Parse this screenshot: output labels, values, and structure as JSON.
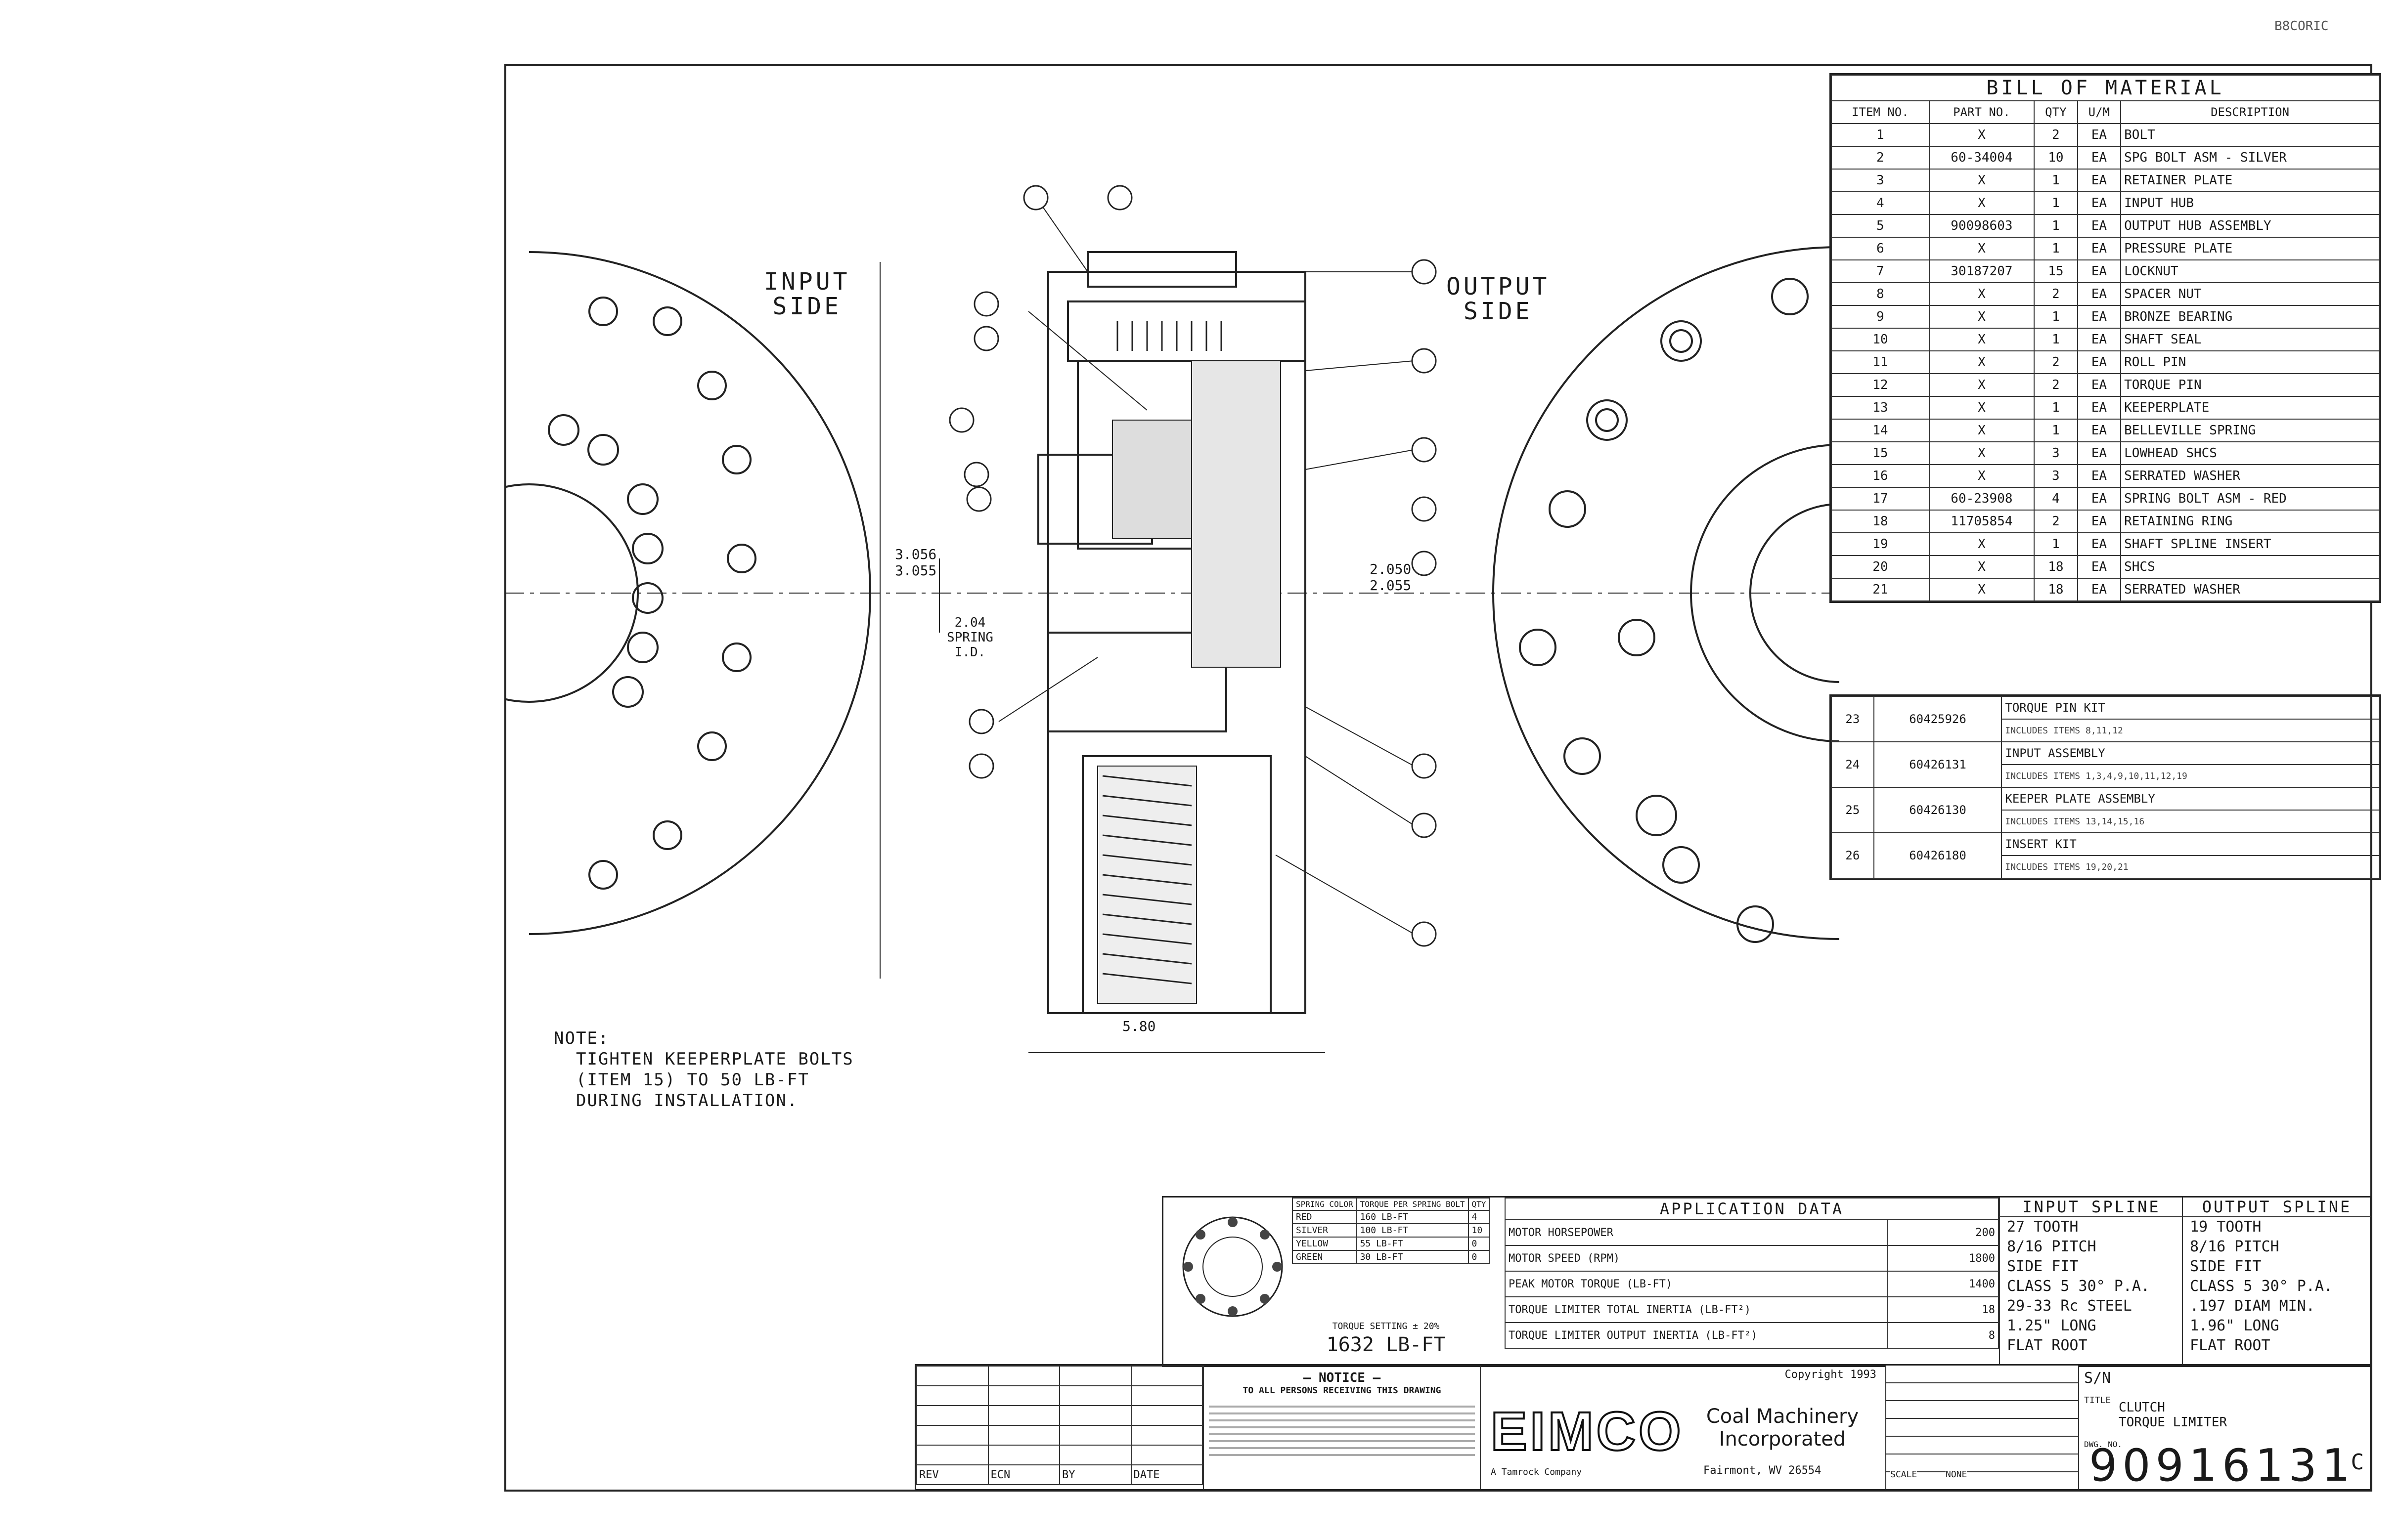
{
  "stamp": "B8CORIC",
  "labels": {
    "input_side": "INPUT\nSIDE",
    "output_side": "OUTPUT\nSIDE"
  },
  "dims": {
    "d_3056": "3.056\n3.055",
    "d_spring": "2.04\nSPRING\nI.D.",
    "d_2050": "2.050\n2.055",
    "d_width": "5.80"
  },
  "note": {
    "title": "NOTE:",
    "text": "  TIGHTEN KEEPERPLATE BOLTS\n  (ITEM 15) TO 50 LB-FT\n  DURING INSTALLATION."
  },
  "bom": {
    "title": "BILL OF MATERIAL",
    "headers": [
      "ITEM NO.",
      "PART NO.",
      "QTY",
      "U/M",
      "DESCRIPTION"
    ],
    "rows": [
      [
        "1",
        "X",
        "2",
        "EA",
        "BOLT"
      ],
      [
        "2",
        "60-34004",
        "10",
        "EA",
        "SPG BOLT ASM - SILVER"
      ],
      [
        "3",
        "X",
        "1",
        "EA",
        "RETAINER PLATE"
      ],
      [
        "4",
        "X",
        "1",
        "EA",
        "INPUT HUB"
      ],
      [
        "5",
        "90098603",
        "1",
        "EA",
        "OUTPUT HUB ASSEMBLY"
      ],
      [
        "6",
        "X",
        "1",
        "EA",
        "PRESSURE PLATE"
      ],
      [
        "7",
        "30187207",
        "15",
        "EA",
        "LOCKNUT"
      ],
      [
        "8",
        "X",
        "2",
        "EA",
        "SPACER NUT"
      ],
      [
        "9",
        "X",
        "1",
        "EA",
        "BRONZE BEARING"
      ],
      [
        "10",
        "X",
        "1",
        "EA",
        "SHAFT SEAL"
      ],
      [
        "11",
        "X",
        "2",
        "EA",
        "ROLL PIN"
      ],
      [
        "12",
        "X",
        "2",
        "EA",
        "TORQUE PIN"
      ],
      [
        "13",
        "X",
        "1",
        "EA",
        "KEEPERPLATE"
      ],
      [
        "14",
        "X",
        "1",
        "EA",
        "BELLEVILLE SPRING"
      ],
      [
        "15",
        "X",
        "3",
        "EA",
        "LOWHEAD SHCS"
      ],
      [
        "16",
        "X",
        "3",
        "EA",
        "SERRATED WASHER"
      ],
      [
        "17",
        "60-23908",
        "4",
        "EA",
        "SPRING BOLT ASM - RED"
      ],
      [
        "18",
        "11705854",
        "2",
        "EA",
        "RETAINING RING"
      ],
      [
        "19",
        "X",
        "1",
        "EA",
        "SHAFT SPLINE INSERT"
      ],
      [
        "20",
        "X",
        "18",
        "EA",
        "SHCS"
      ],
      [
        "21",
        "X",
        "18",
        "EA",
        "SERRATED WASHER"
      ]
    ],
    "kits": [
      [
        "23",
        "60425926",
        "TORQUE PIN KIT",
        "INCLUDES ITEMS 8,11,12"
      ],
      [
        "24",
        "60426131",
        "INPUT ASSEMBLY",
        "INCLUDES ITEMS 1,3,4,9,10,11,12,19"
      ],
      [
        "25",
        "60426130",
        "KEEPER PLATE ASSEMBLY",
        "INCLUDES ITEMS 13,14,15,16"
      ],
      [
        "26",
        "60426180",
        "INSERT KIT",
        "INCLUDES ITEMS 19,20,21"
      ]
    ]
  },
  "spring_table": {
    "headers": [
      "SPRING COLOR",
      "TORQUE PER SPRING BOLT",
      "QTY"
    ],
    "rows": [
      [
        "RED",
        "160 LB-FT",
        "4"
      ],
      [
        "SILVER",
        "100 LB-FT",
        "10"
      ],
      [
        "YELLOW",
        "55 LB-FT",
        "0"
      ],
      [
        "GREEN",
        "30 LB-FT",
        "0"
      ]
    ],
    "setting_label": "TORQUE SETTING ± 20%",
    "setting": "1632 LB-FT"
  },
  "application": {
    "title": "APPLICATION DATA",
    "rows": [
      [
        "MOTOR HORSEPOWER",
        "200"
      ],
      [
        "MOTOR SPEED (RPM)",
        "1800"
      ],
      [
        "PEAK MOTOR TORQUE (LB-FT)",
        "1400"
      ],
      [
        "TORQUE LIMITER TOTAL INERTIA (LB-FT²)",
        "18"
      ],
      [
        "TORQUE LIMITER OUTPUT INERTIA (LB-FT²)",
        "8"
      ]
    ]
  },
  "input_spline": {
    "title": "INPUT SPLINE",
    "text": "27 TOOTH\n8/16 PITCH\nSIDE FIT\nCLASS 5 30° P.A.\n29-33 Rc STEEL\n1.25\" LONG\nFLAT ROOT"
  },
  "output_spline": {
    "title": "OUTPUT SPLINE",
    "text": "19 TOOTH\n8/16 PITCH\nSIDE FIT\nCLASS 5 30° P.A.\n.197 DIAM MIN.\n1.96\" LONG\nFLAT ROOT"
  },
  "title_block": {
    "notice_title": "— NOTICE —",
    "notice_text": "TO ALL PERSONS RECEIVING THIS DRAWING",
    "copyright": "Copyright 1993",
    "logo": "EIMCO",
    "company": "Coal Machinery\nIncorporated",
    "city": "Fairmont, WV 26554",
    "subsidiary": "A Tamrock Company",
    "sn_label": "S/N",
    "title_label": "TITLE",
    "title": "CLUTCH\nTORQUE LIMITER",
    "dwg_label": "DWG. NO.",
    "dwg_no": "90916131",
    "rev": "C",
    "scale_label": "SCALE",
    "scale": "NONE",
    "rev_headers": [
      "REV",
      "ECN",
      "BY",
      "DATE"
    ]
  }
}
